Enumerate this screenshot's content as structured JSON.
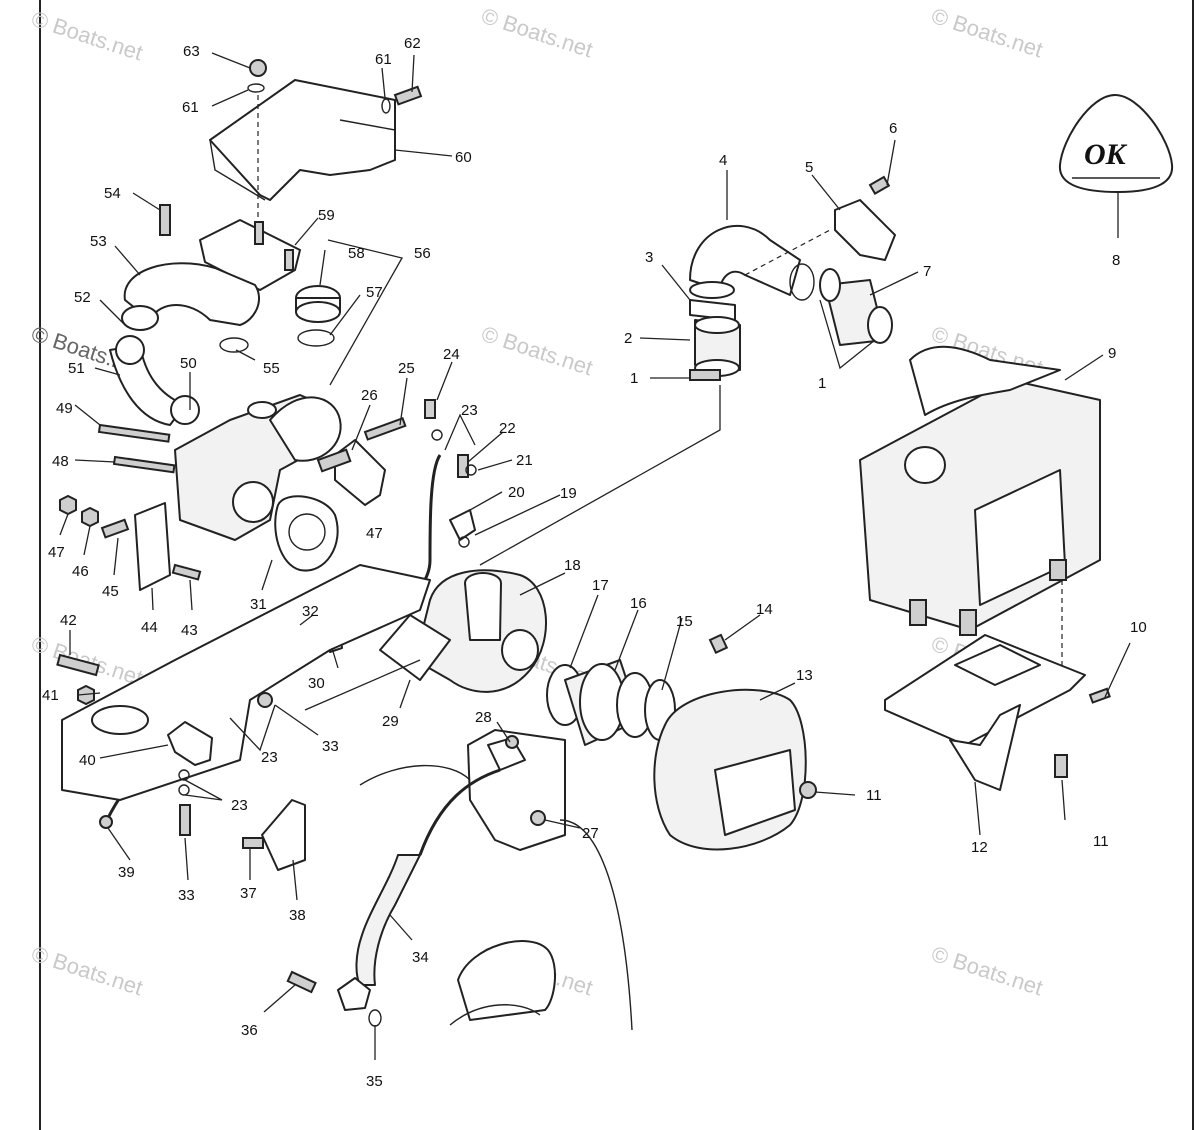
{
  "watermark_text": "© Boats.net",
  "logo": {
    "text": "OK"
  },
  "callouts": [
    "1",
    "1",
    "2",
    "3",
    "4",
    "5",
    "6",
    "7",
    "8",
    "9",
    "10",
    "11",
    "11",
    "12",
    "13",
    "14",
    "15",
    "16",
    "17",
    "18",
    "19",
    "20",
    "21",
    "22",
    "23",
    "23",
    "23",
    "24",
    "25",
    "26",
    "27",
    "28",
    "29",
    "30",
    "31",
    "32",
    "33",
    "33",
    "34",
    "35",
    "36",
    "37",
    "38",
    "39",
    "40",
    "41",
    "42",
    "43",
    "44",
    "45",
    "46",
    "47",
    "47",
    "48",
    "49",
    "50",
    "51",
    "52",
    "53",
    "54",
    "55",
    "56",
    "57",
    "58",
    "59",
    "60",
    "61",
    "61",
    "62",
    "63"
  ]
}
